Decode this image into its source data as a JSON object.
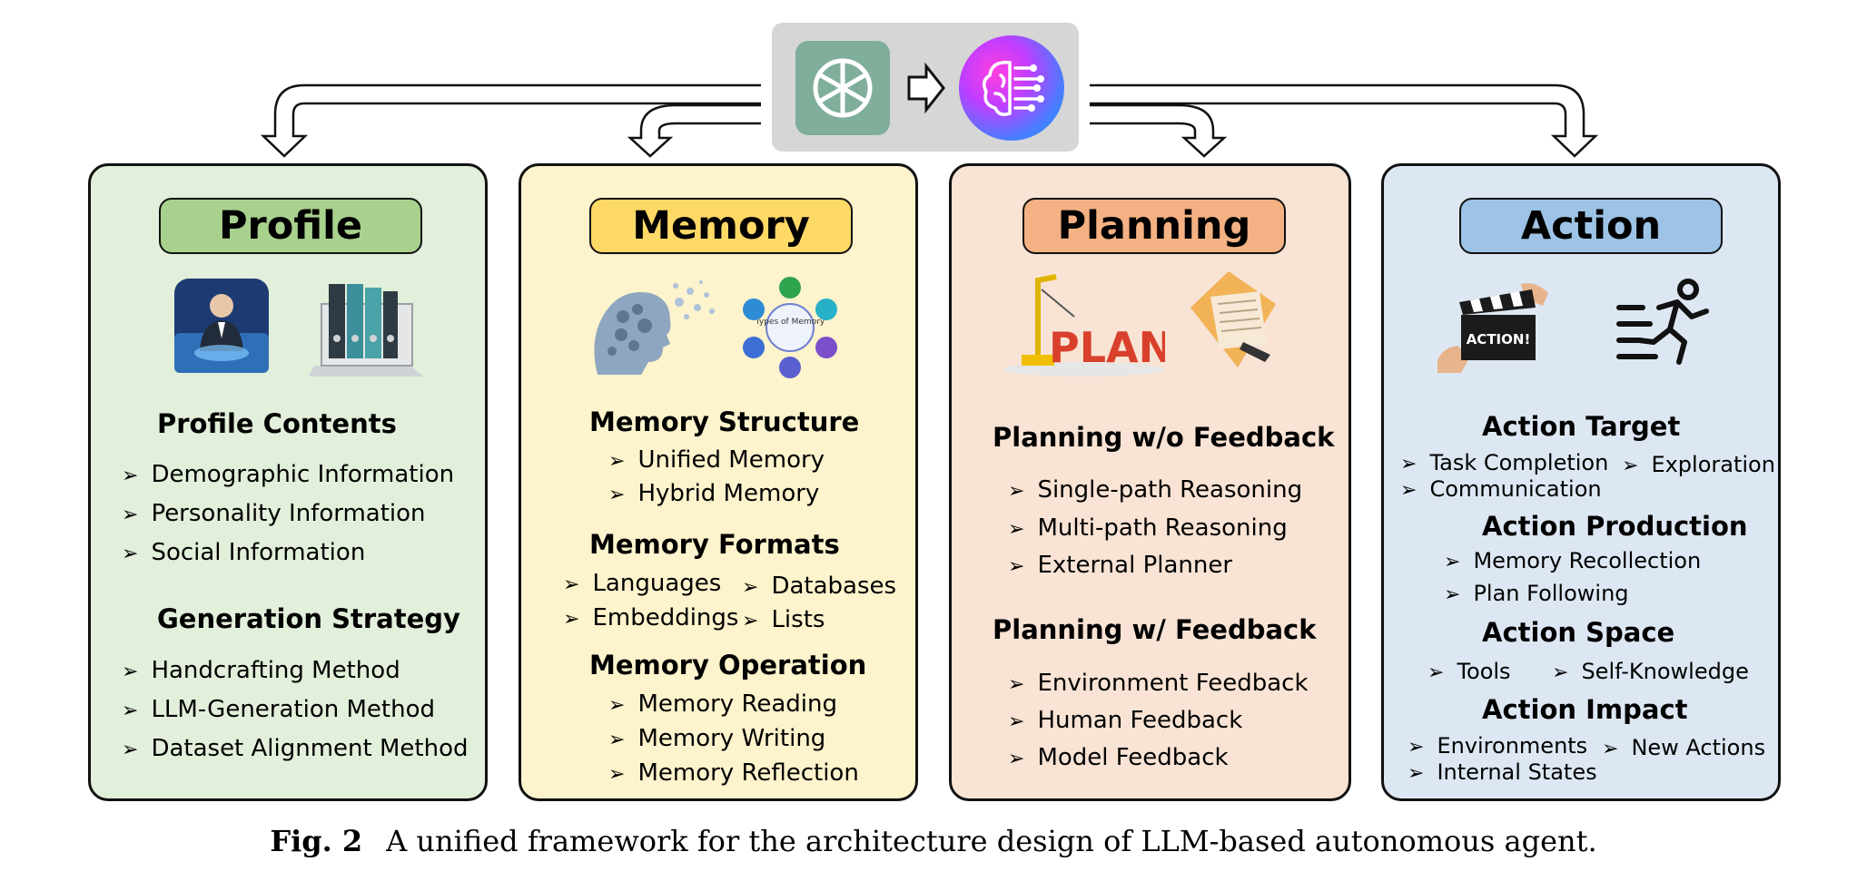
{
  "panels": {
    "profile": {
      "title": "Profile",
      "h1": "Profile Contents",
      "items1": [
        "Demographic Information",
        "Personality Information",
        "Social Information"
      ],
      "h2": "Generation Strategy",
      "items2": [
        "Handcrafting Method",
        "LLM-Generation Method",
        "Dataset Alignment Method"
      ]
    },
    "memory": {
      "title": "Memory",
      "h1": "Memory Structure",
      "items1": [
        "Unified Memory",
        "Hybrid Memory"
      ],
      "h2": "Memory Formats",
      "items2": [
        "Languages",
        "Databases",
        "Embeddings",
        "Lists"
      ],
      "h3": "Memory Operation",
      "items3": [
        "Memory Reading",
        "Memory Writing",
        "Memory Reflection"
      ],
      "image_text": "Types of Memory"
    },
    "planning": {
      "title": "Planning",
      "h1": "Planning w/o Feedback",
      "items1": [
        "Single-path Reasoning",
        "Multi-path Reasoning",
        "External Planner"
      ],
      "h2": "Planning w/ Feedback",
      "items2": [
        "Environment Feedback",
        "Human Feedback",
        "Model Feedback"
      ],
      "image_text": "PLAN"
    },
    "action": {
      "title": "Action",
      "h1": "Action Target",
      "items1": [
        "Task Completion",
        "Exploration",
        "Communication"
      ],
      "h2": "Action Production",
      "items2": [
        "Memory Recollection",
        "Plan Following"
      ],
      "h3": "Action Space",
      "items3": [
        "Tools",
        "Self-Knowledge"
      ],
      "h4": "Action Impact",
      "items4": [
        "Environments",
        "New Actions",
        "Internal States"
      ],
      "image_text": "ACTION!"
    }
  },
  "caption": {
    "label": "Fig. 2",
    "text": "A unified framework for the architecture design of LLM-based autonomous agent."
  },
  "bullet_glyph": "➢",
  "colors": {
    "profile_bg": "#e2efda",
    "profile_pill": "#a9d18e",
    "memory_bg": "#fdf3cc",
    "memory_pill": "#ffd966",
    "planning_bg": "#f8e3d4",
    "planning_pill": "#f4b183",
    "action_bg": "#dde7f3",
    "action_pill": "#9dc3e6",
    "openai_green": "#7fae9b"
  },
  "icons": [
    "openai-logo-icon",
    "right-arrow-icon",
    "ai-brain-icon",
    "businessman-icon",
    "binders-laptop-icon",
    "memory-head-icon",
    "memory-types-icon",
    "plan-crane-icon",
    "plan-notes-icon",
    "clapperboard-icon",
    "running-person-icon"
  ]
}
